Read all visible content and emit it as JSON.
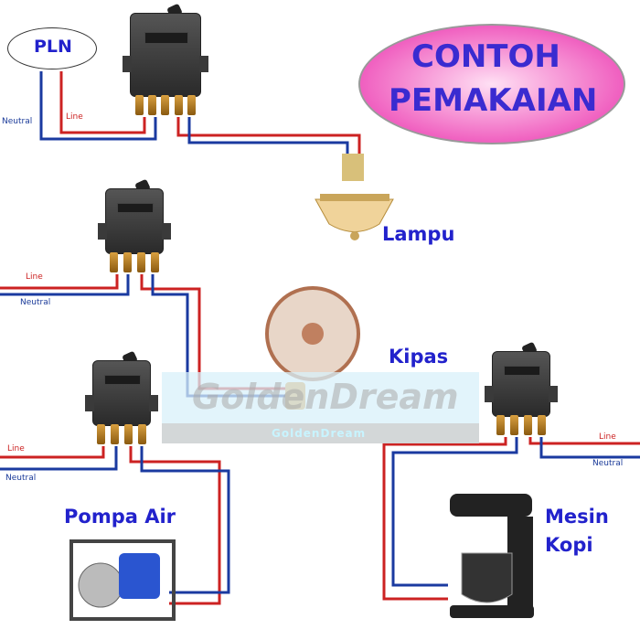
{
  "title": {
    "line1": "CONTOH",
    "line2": "PEMAKAIAN"
  },
  "source": "PLN",
  "wire_labels": {
    "line": "Line",
    "neutral": "Neutral"
  },
  "appliances": {
    "lamp": "Lampu",
    "fan": "Kipas",
    "pump": "Pompa Air",
    "coffee_line1": "Mesin",
    "coffee_line2": "Kopi"
  },
  "watermark": {
    "big": "GoldenDream",
    "small": "GoldenDream"
  },
  "colors": {
    "line_wire": "#cc2222",
    "neutral_wire": "#1a3aa0",
    "label": "#2222cc",
    "title_bg": "#f060c0"
  }
}
